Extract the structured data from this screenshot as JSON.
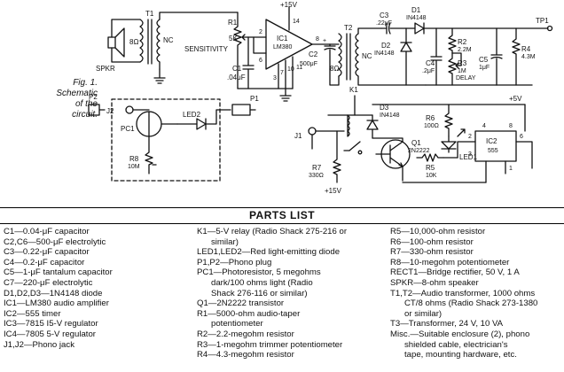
{
  "figure": {
    "caption_lines": [
      "Fig. 1.",
      "Schematic",
      "of the",
      "circuit."
    ]
  },
  "schematic_labels": {
    "spkr": "SPKR",
    "t1": "T1",
    "t1_primary": "8Ω",
    "t1_secondary": "NC",
    "r1": "R1",
    "r1_value": "5K",
    "sensitivity": "SENSITIVITY",
    "c1": "C1",
    "c1_value": ".04μF",
    "supply_top": "+15V",
    "ic1": "IC1",
    "ic1_part": "LM380",
    "pin14": "14",
    "pin2": "2",
    "pin6": "6",
    "pin8": "8",
    "pin3": "3",
    "pin7": "7",
    "pin10": "10",
    "pin11": "11",
    "c2": "C2",
    "c2_value": "500μF",
    "t2": "T2",
    "t2_primary": "8Ω",
    "t2_secondary": "NC",
    "c3": "C3",
    "c3_value": ".22μF",
    "d1": "D1",
    "d1_part": "IN4148",
    "d2": "D2",
    "d2_part": "IN4148",
    "c4": "C4",
    "c4_value": ".2μF",
    "r2": "R2",
    "r2_value": "2.2M",
    "r3": "R3",
    "r3_value": "1M",
    "r3_name": "DELAY",
    "c5": "C5",
    "c5_value": "1μF",
    "r4": "R4",
    "r4_value": "4.3M",
    "tp1": "TP1",
    "j2": "J2",
    "pc1": "PC1",
    "led2": "LED2",
    "p1": "P1",
    "p2": "P2",
    "r8": "R8",
    "r8_value": "10M",
    "k1": "K1",
    "d3": "D3",
    "d3_part": "IN4148",
    "j1": "J1",
    "q1": "Q1",
    "q1_part": "2N2222",
    "r6": "R6",
    "r6_value": "100Ω",
    "led1": "LED1",
    "supply_right": "+5V",
    "ic2": "IC2",
    "ic2_part": "555",
    "r5": "R5",
    "r5_value": "10K",
    "r7": "R7",
    "r7_value": "330Ω",
    "supply_bottom": "+15V",
    "pin_a": "4",
    "pin_b": "8",
    "pin_c": "2",
    "pin_d": "6",
    "pin_e": "3",
    "pin_f": "1"
  },
  "parts_list": {
    "title": "PARTS LIST",
    "col1": [
      "C1—0.04-μF capacitor",
      "C2,C6—500-μF electrolytic",
      "C3—0.22-μF capacitor",
      "C4—0.2-μF capacitor",
      "C5—1-μF tantalum capacitor",
      "C7—220-μF electrolytic",
      "D1,D2,D3—1N4148 diode",
      "IC1—LM380 audio amplifier",
      "IC2—555 timer",
      "IC3—7815 I5-V regulator",
      "IC4—7805 5-V regulator",
      "J1,J2—Phono jack"
    ],
    "col2": [
      "K1—5-V relay (Radio Shack 275-216 or\n      similar)",
      "LED1,LED2—Red light-emitting diode",
      "P1,P2—Phono plug",
      "PC1—Photoresistor, 5 megohms\n      dark/100 ohms light (Radio\n      Shack 276-116 or similar)",
      "Q1—2N2222 transistor",
      "R1—5000-ohm audio-taper\n      potentiometer",
      "R2—2.2-megohm resistor",
      "R3—1-megohm trimmer potentiometer",
      "R4—4.3-megohm resistor"
    ],
    "col3": [
      "R5—10,000-ohm resistor",
      "R6—100-ohm resistor",
      "R7—330-ohm resistor",
      "R8—10-megohm potentiometer",
      "RECT1—Bridge rectifier, 50 V, 1 A",
      "SPKR—8-ohm speaker",
      "T1,T2—Audio transformer, 1000 ohms\n      CT/8 ohms (Radio Shack 273-1380\n      or similar)",
      "T3—Transformer, 24 V, 10 VA",
      "Misc.—Suitable enclosure (2), phono\n      shielded cable, electrician's\n      tape, mounting hardware, etc."
    ]
  }
}
